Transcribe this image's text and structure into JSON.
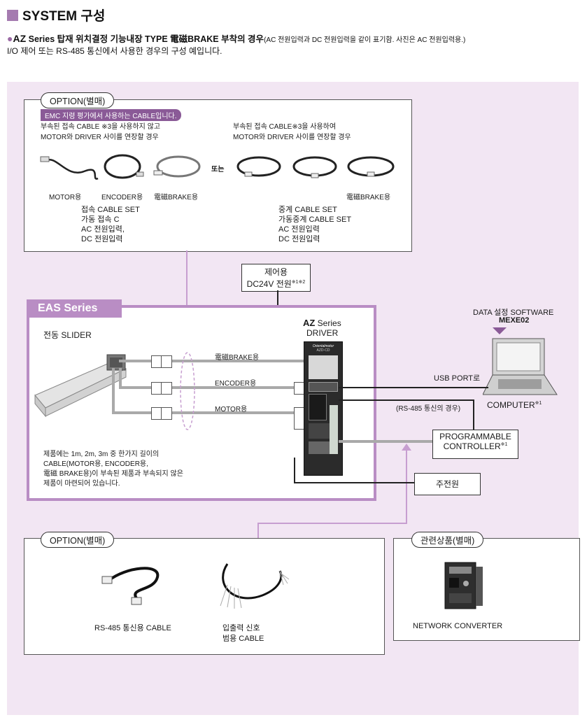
{
  "header": {
    "title": "SYSTEM 구성",
    "subtitle_series": "AZ",
    "subtitle_main": " Series 탑재 위치결정 기능내장 TYPE 電磁BRAKE 부착의 경우",
    "subtitle_note": "(AC 전원입력과 DC 전원입력을 같이 표기함. 사진은 AC 전원입력용.)",
    "description": "I/O 제어 또는 RS-485 통신에서 사용한 경우의 구성 예입니다."
  },
  "option_top": {
    "title": "OPTION(별매)",
    "emc_badge": "EMC 지령 평가에서 사용하는 CABLE입니다.",
    "left_note_1": "부속된 접속 CABLE ※3을 사용하지 않고",
    "left_note_2": "MOTOR와 DRIVER 사이를 연장할 경우",
    "right_note_1": "부속된 접속 CABLE※3을 사용하여",
    "right_note_2": "MOTOR와 DRIVER 사이를 연장할 경우",
    "or_label": "또는",
    "cable_labels": [
      "MOTOR용",
      "ENCODER용",
      "電磁BRAKE용",
      "電磁BRAKE용"
    ],
    "left_set": [
      "접속 CABLE SET",
      "가동 접속 C",
      "AC 전원입력,",
      "DC 전원입력"
    ],
    "right_set": [
      "중계 CABLE SET",
      "가동중계 CABLE SET",
      "AC 전원입력",
      "DC 전원입력"
    ]
  },
  "power_box": {
    "line1": "제어용",
    "line2": "DC24V 전원",
    "note": "※1※2"
  },
  "eas": {
    "tab": "EAS Series",
    "slider_label": "전동 SLIDER",
    "cable_brake": "電磁BRAKE용",
    "cable_encoder": "ENCODER용",
    "cable_motor": "MOTOR용",
    "note": [
      "제품에는 1m, 2m, 3m 중 한가지 길이의",
      "CABLE(MOTOR용, ENCODER용,",
      "電磁 BRAKE용)이 부속된 제품과 부속되지 않은",
      "제품이 마련되어 있습니다."
    ]
  },
  "driver": {
    "series": "AZ",
    "series_suffix": " Series",
    "label": "DRIVER",
    "brand": "Orientalmotor",
    "model": "AZD-CD"
  },
  "computer": {
    "software_line1": "DATA 설정 SOFTWARE",
    "software_line2": "MEXE02",
    "usb_label": "USB PORT로",
    "label": "COMPUTER",
    "note": "※1"
  },
  "rs485_label": "(RS-485 통신의 경우)",
  "plc": {
    "line1": "PROGRAMMABLE",
    "line2": "CONTROLLER",
    "note": "※1"
  },
  "main_power": "주전원",
  "option_bottom": {
    "title": "OPTION(별매)",
    "rs485_cable": "RS-485 통신용 CABLE",
    "io_cable_1": "입출력 신호",
    "io_cable_2": "범용 CABLE"
  },
  "related": {
    "title": "관련상품(별매)",
    "converter": "NETWORK CONVERTER"
  },
  "colors": {
    "accent": "#b98dc4",
    "badge": "#8a5a97",
    "panel": "#f2e6f3",
    "cable_grey": "#a9a9a9"
  }
}
